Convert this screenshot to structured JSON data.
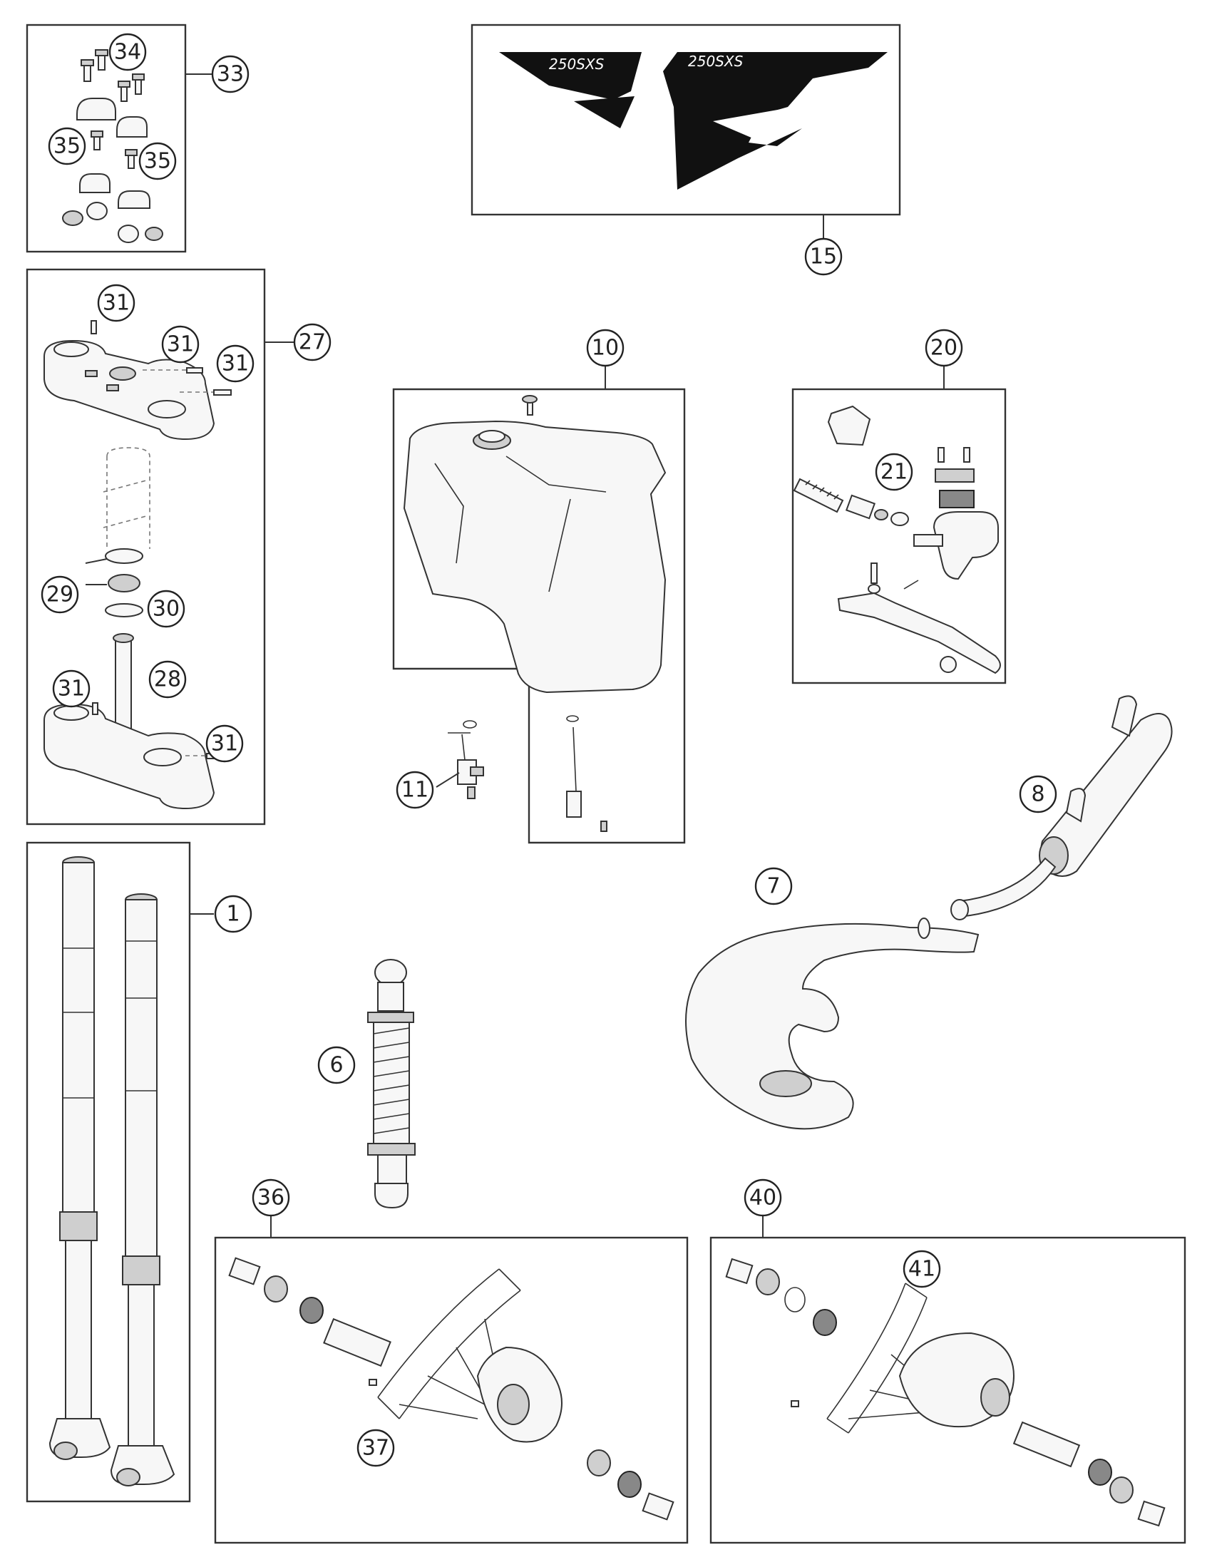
{
  "callouts": {
    "c1": "1",
    "c6": "6",
    "c7": "7",
    "c8": "8",
    "c10": "10",
    "c11": "11",
    "c15": "15",
    "c20": "20",
    "c21": "21",
    "c27": "27",
    "c28": "28",
    "c29": "29",
    "c30": "30",
    "c31a": "31",
    "c31b": "31",
    "c31c": "31",
    "c31d": "31",
    "c31e": "31",
    "c33": "33",
    "c34": "34",
    "c35a": "35",
    "c35b": "35",
    "c36": "36",
    "c37": "37",
    "c40": "40",
    "c41": "41"
  },
  "decal": {
    "text_left": "250SXS",
    "text_right": "250SXS"
  },
  "colors": {
    "decal_fill": "#111111",
    "part_light": "#f7f7f7",
    "part_mid": "#cfcfcf",
    "line": "#333333"
  }
}
